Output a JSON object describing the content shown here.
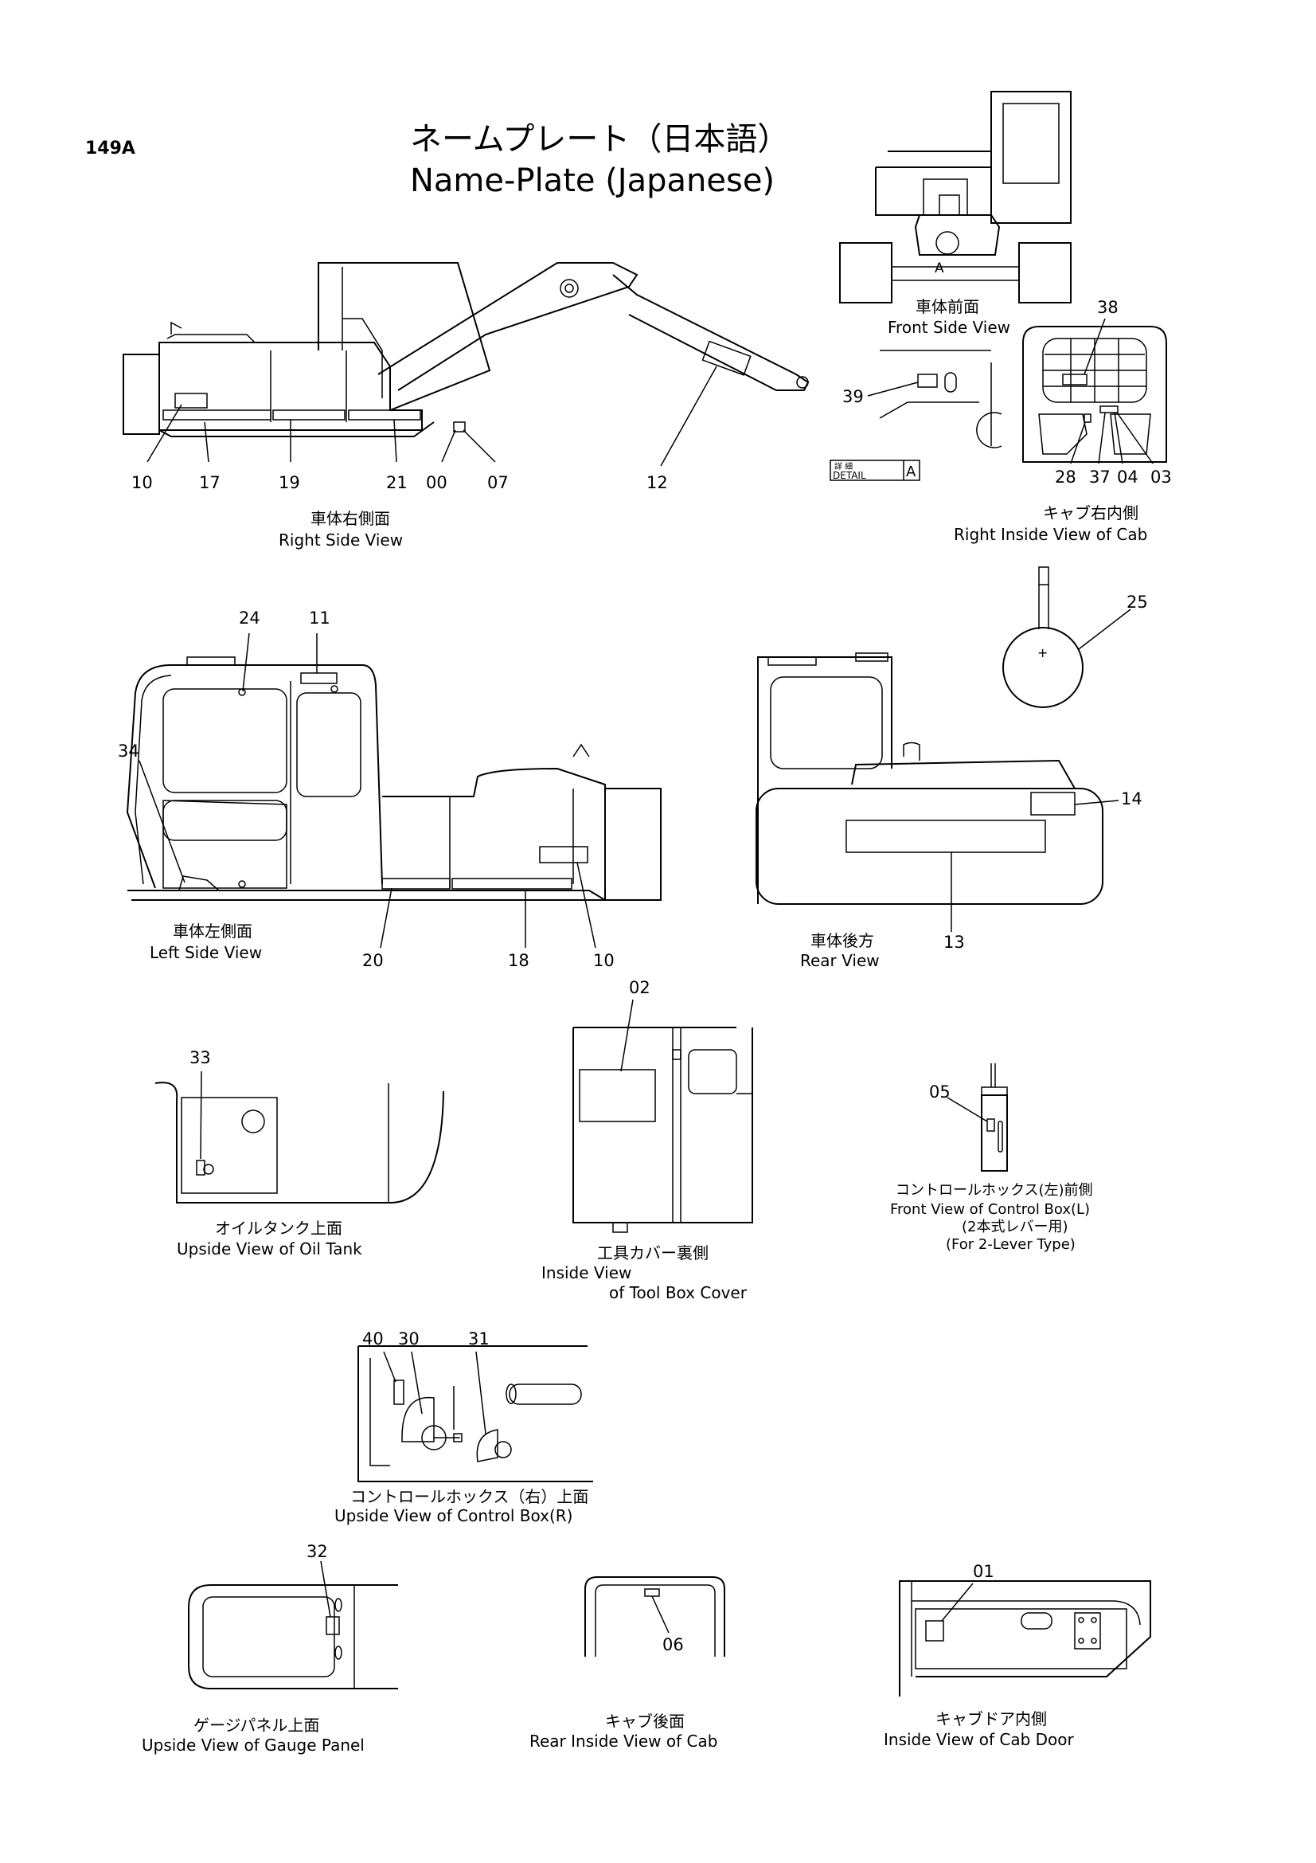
{
  "page": {
    "number": "149A",
    "title_jp": "ネームプレート（日本語）",
    "title_en": "Name-Plate (Japanese)"
  },
  "views": {
    "right_side": {
      "jp": "車体右側面",
      "en": "Right  Side  View",
      "callouts": [
        "10",
        "17",
        "19",
        "21",
        "00",
        "07",
        "12"
      ]
    },
    "front_side": {
      "jp": "車体前面",
      "en": "Front  Side  View",
      "detail_mark": "A"
    },
    "detail_a": {
      "stamp_jp": "詳 細",
      "stamp_en": "DETAIL",
      "stamp_letter": "A",
      "callouts": [
        "39"
      ]
    },
    "cab_right_inside": {
      "jp": "キャブ右内側",
      "en": "Right  Inside  View  of  Cab",
      "callouts": [
        "38",
        "28",
        "37",
        "04",
        "03"
      ]
    },
    "plate_25": {
      "callouts": [
        "25"
      ]
    },
    "left_side": {
      "jp": "車体左側面",
      "en": "Left  Side  View",
      "callouts": [
        "24",
        "11",
        "34",
        "20",
        "18",
        "10"
      ]
    },
    "rear": {
      "jp": "車体後方",
      "en": "Rear   View",
      "callouts": [
        "14",
        "13"
      ]
    },
    "oil_tank": {
      "jp": "オイルタンク上面",
      "en": "Upside   View  of   Oil  Tank",
      "callouts": [
        "33"
      ]
    },
    "tool_box": {
      "jp": "工具カバー裏側",
      "en_line1": "Inside View",
      "en_line2": "of  Tool  Box Cover",
      "callouts": [
        "02"
      ]
    },
    "control_box_l": {
      "jp": "コントロールホックス(左)前側",
      "en_line1": "Front View of  Control Box(L)",
      "jp_line2": "(2本式レバー用)",
      "en_line3": "(For 2-Lever Type)",
      "callouts": [
        "05"
      ]
    },
    "control_box_r": {
      "jp": "コントロールホックス（右）上面",
      "en": "Upside  View of   Control Box(R)",
      "callouts": [
        "40",
        "30",
        "31"
      ]
    },
    "gauge_panel": {
      "jp": "ゲージパネル上面",
      "en": "Upside  View  of  Gauge  Panel",
      "callouts": [
        "32"
      ]
    },
    "cab_rear_inside": {
      "jp": "キャブ後面",
      "en": "Rear  Inside  View  of   Cab",
      "callouts": [
        "06"
      ]
    },
    "cab_door": {
      "jp": "キャブドア内側",
      "en": "Inside  View  of   Cab   Door",
      "callouts": [
        "01"
      ]
    }
  }
}
